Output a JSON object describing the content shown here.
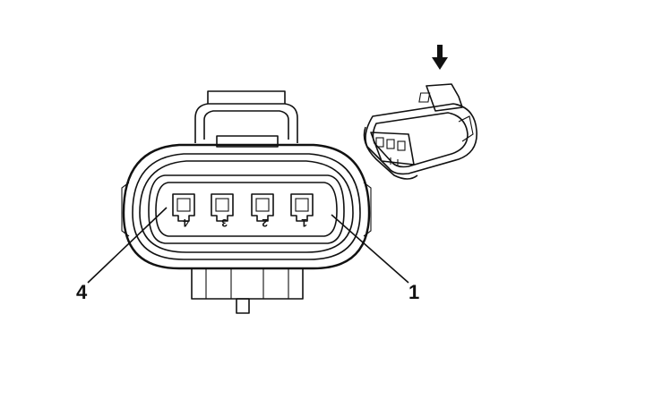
{
  "diagram": {
    "callouts": [
      {
        "id": "pin-4",
        "label": "4"
      },
      {
        "id": "pin-1",
        "label": "1"
      }
    ],
    "cavity_numbers": [
      "4",
      "3",
      "2",
      "1"
    ],
    "icons": {
      "direction_arrow": "down-arrow-icon",
      "connector_iso": "connector-perspective-icon"
    }
  }
}
